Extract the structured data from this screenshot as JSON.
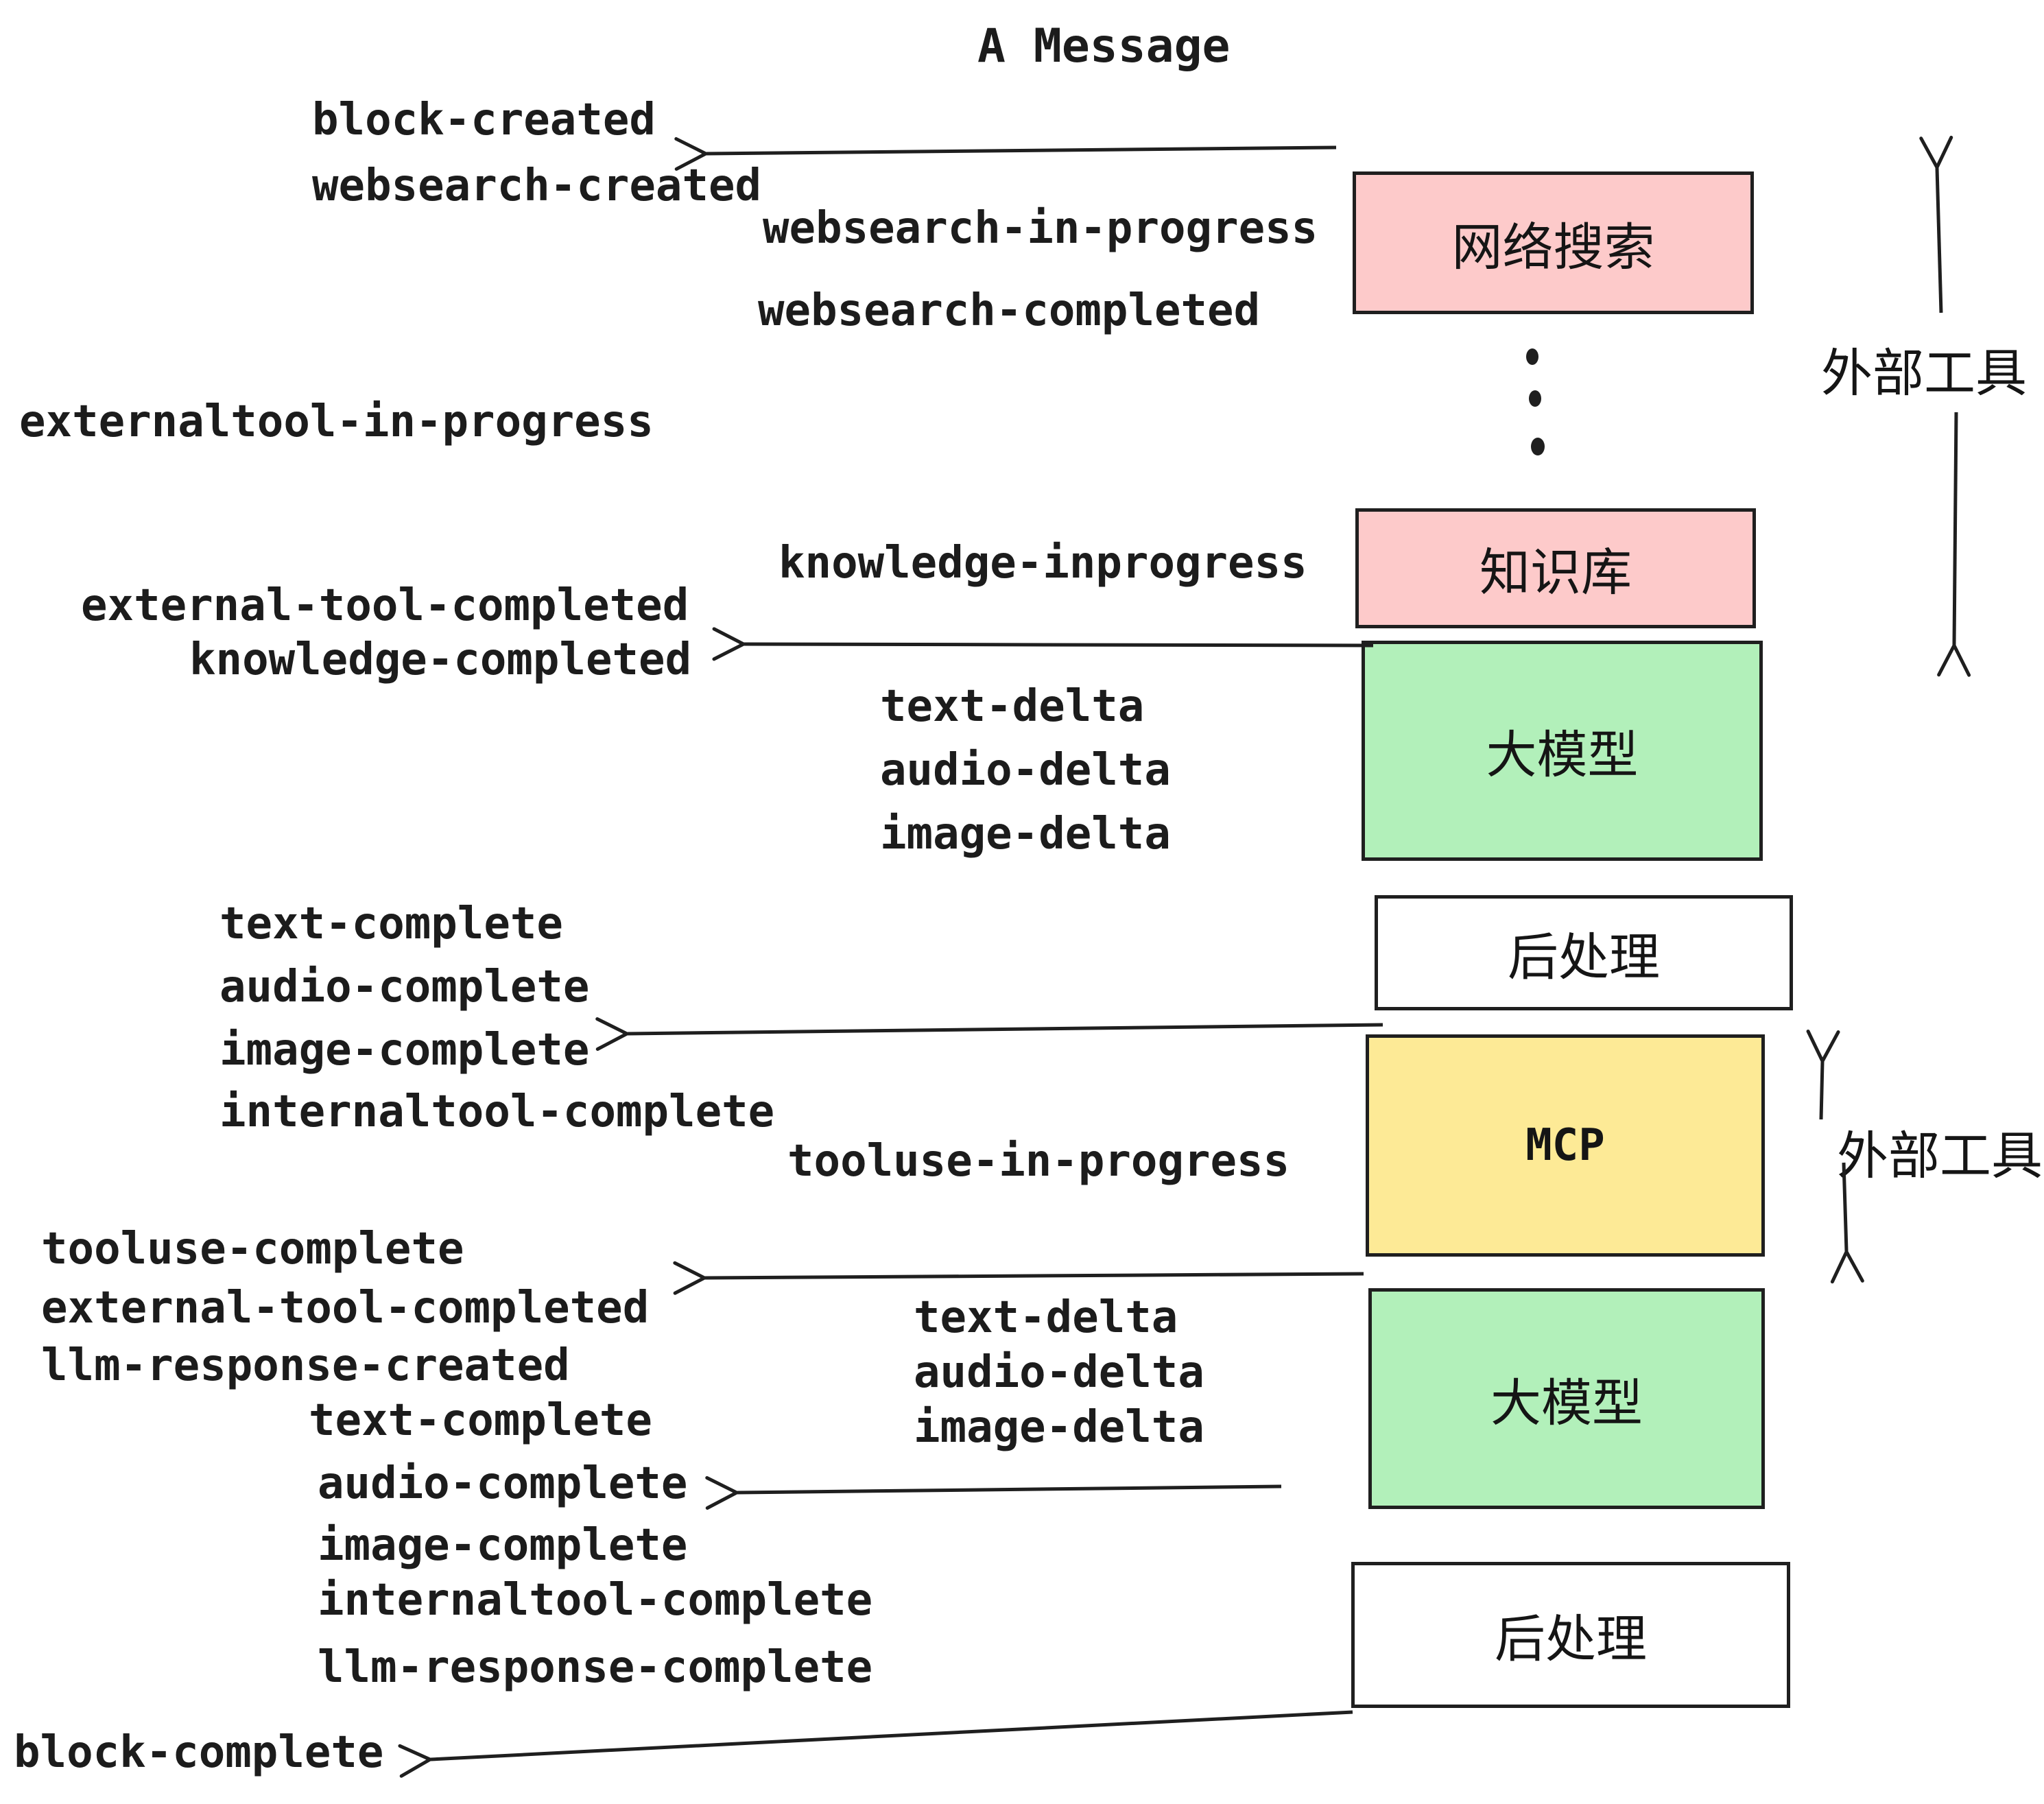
{
  "title": "A Message",
  "colors": {
    "pink": "#fdcaca",
    "green": "#b2f0ba",
    "yellow": "#fdea96",
    "white": "#ffffff",
    "ink": "#1f1f1f"
  },
  "boxes": {
    "websearch": {
      "label": "网络搜索"
    },
    "knowledge": {
      "label": "知识库"
    },
    "llm1": {
      "label": "大模型"
    },
    "post1": {
      "label": "后处理"
    },
    "mcp": {
      "label": "MCP"
    },
    "llm2": {
      "label": "大模型"
    },
    "post2": {
      "label": "后处理"
    }
  },
  "side_labels": {
    "external_tools_top": "外部工具",
    "external_tools_mid": "外部工具"
  },
  "events": {
    "block_created": "block-created",
    "websearch_created": "websearch-created",
    "websearch_in_progress": "websearch-in-progress",
    "websearch_completed": "websearch-completed",
    "externaltool_in_progress": "externaltool-in-progress",
    "knowledge_inprogress": "knowledge-inprogress",
    "external_tool_completed_1": "external-tool-completed",
    "knowledge_completed": "knowledge-completed",
    "text_delta_1": "text-delta",
    "audio_delta_1": "audio-delta",
    "image_delta_1": "image-delta",
    "text_complete_1": "text-complete",
    "audio_complete_1": "audio-complete",
    "image_complete_1": "image-complete",
    "internaltool_complete_1": "internaltool-complete",
    "tooluse_in_progress": "tooluse-in-progress",
    "tooluse_complete": "tooluse-complete",
    "external_tool_completed_2": "external-tool-completed",
    "llm_response_created": "llm-response-created",
    "text_complete_2": "text-complete",
    "text_delta_2": "text-delta",
    "audio_delta_2": "audio-delta",
    "image_delta_2": "image-delta",
    "audio_complete_2": "audio-complete",
    "image_complete_2": "image-complete",
    "internaltool_complete_2": "internaltool-complete",
    "llm_response_complete": "llm-response-complete",
    "block_complete": "block-complete"
  }
}
